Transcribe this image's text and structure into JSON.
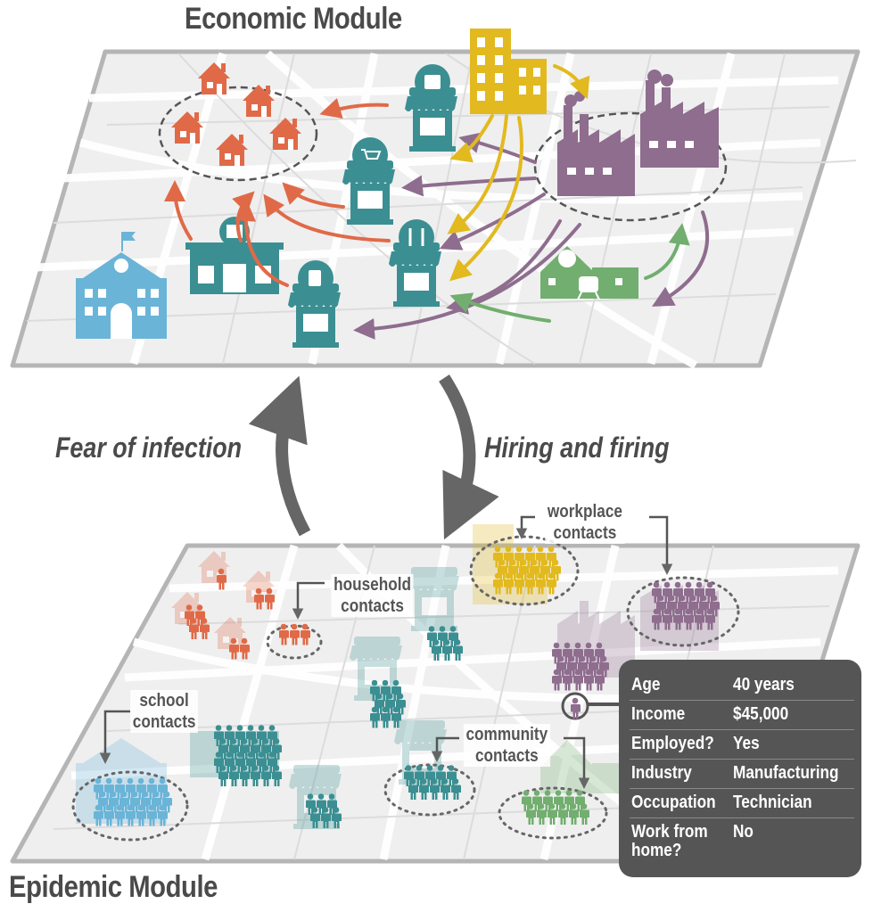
{
  "titles": {
    "economic": "Economic Module",
    "epidemic": "Epidemic Module"
  },
  "flows": {
    "up": "Fear of infection",
    "down": "Hiring and firing"
  },
  "contacts": {
    "workplace": "workplace\ncontacts",
    "household": "household\ncontacts",
    "school": "school\ncontacts",
    "community": "community\ncontacts"
  },
  "agent": {
    "rows": [
      {
        "key": "Age",
        "value": "40 years"
      },
      {
        "key": "Income",
        "value": "$45,000"
      },
      {
        "key": "Employed?",
        "value": "Yes"
      },
      {
        "key": "Industry",
        "value": "Manufacturing"
      },
      {
        "key": "Occupation",
        "value": "Technician"
      },
      {
        "key": "Work from\nhome?",
        "value": "No"
      }
    ]
  },
  "colors": {
    "household": "#e06a48",
    "business": "#3b8f92",
    "office": "#e2b91f",
    "industry": "#8e6d8e",
    "transit": "#72ae6f",
    "school": "#6ab4d8",
    "card": "#555555",
    "arrow_main": "#666666"
  },
  "icons": {
    "shop_top": "shopping-bag-icon",
    "shop_cart": "shopping-cart-icon",
    "restaurant": "fork-knife-icon",
    "cinema": "film-icon",
    "bar": "beer-mug-icon",
    "station": "train-icon",
    "school": "clock-icon"
  }
}
